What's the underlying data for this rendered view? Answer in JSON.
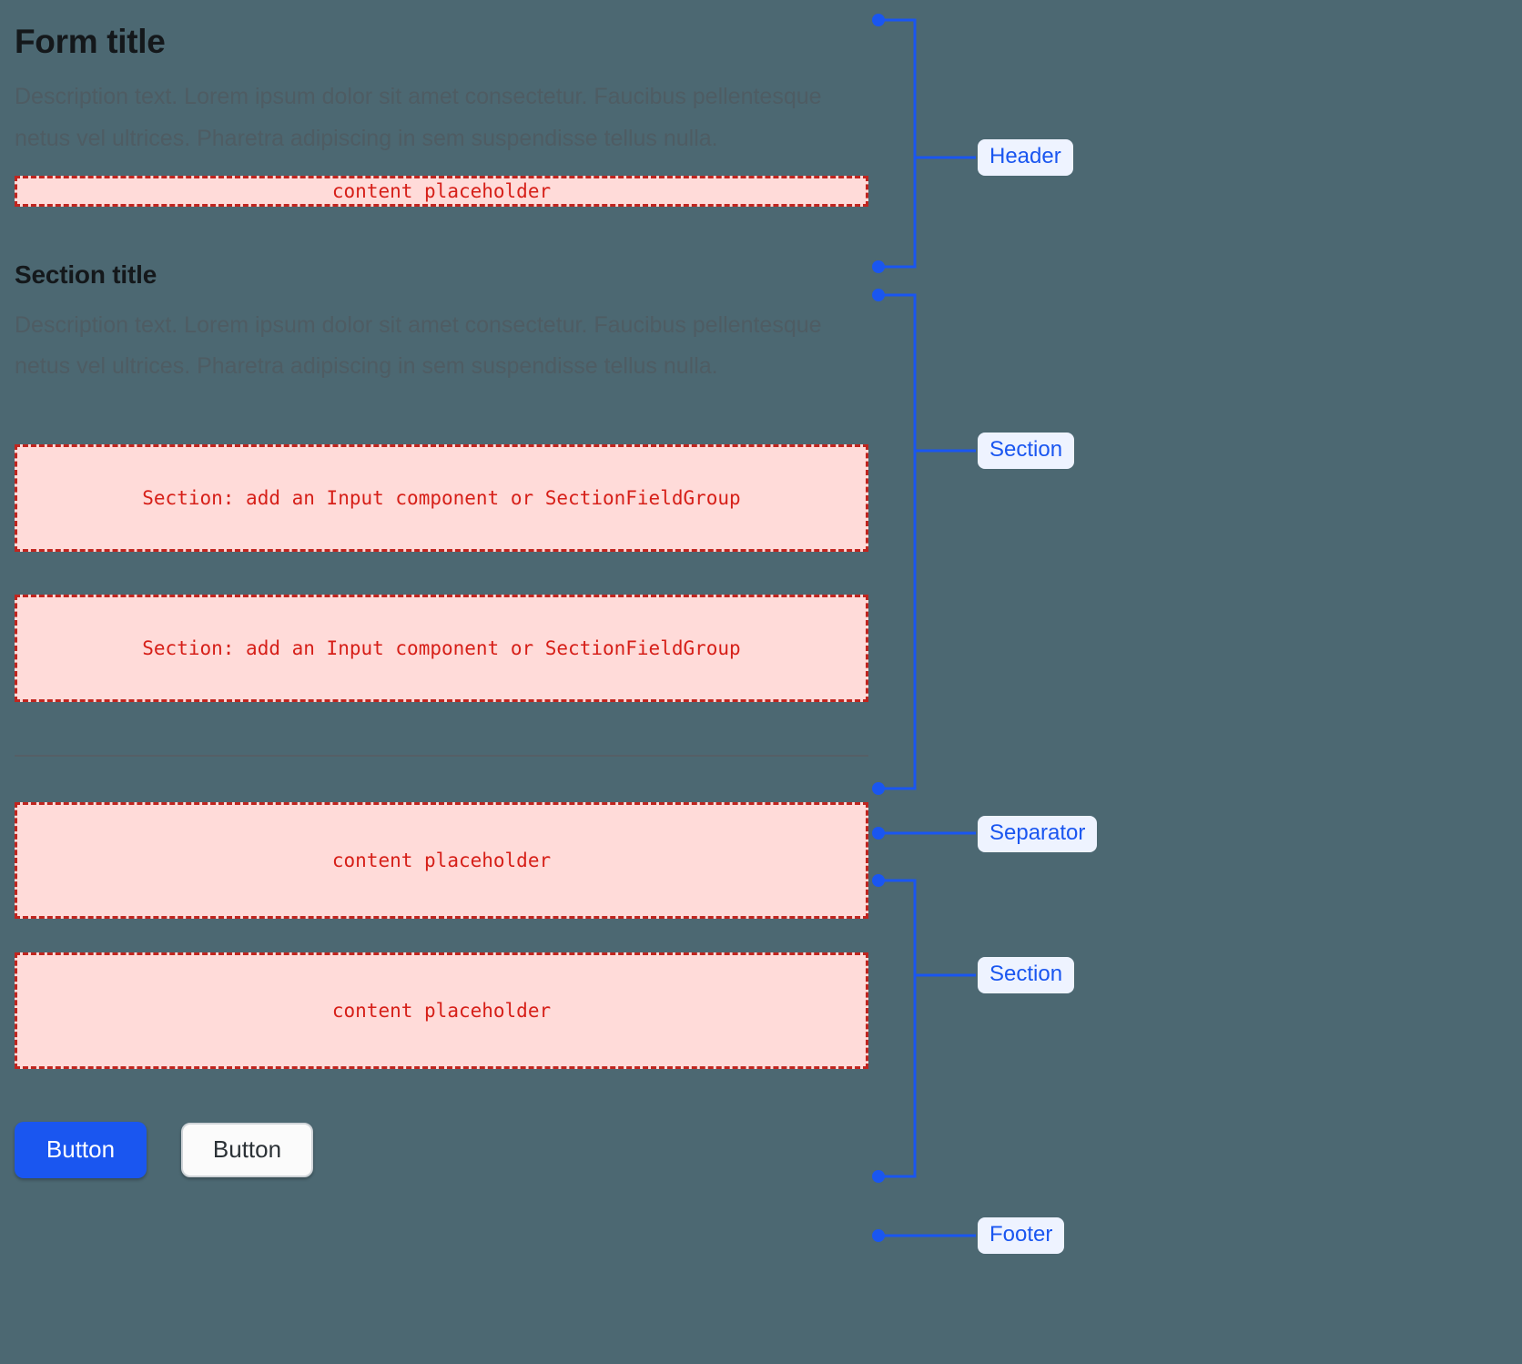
{
  "theme": {
    "background": "#4c6872",
    "accent_blue": "#1a56f0",
    "badge_background": "#eef3ff",
    "placeholder_fill": "#ffdbd9",
    "placeholder_border": "#c0251f",
    "placeholder_text": "#d61f18",
    "heading_color": "#14181b",
    "description_color": "#4e5c63",
    "separator_color": "#555f66"
  },
  "form": {
    "header": {
      "title": "Form title",
      "description": "Description text. Lorem ipsum dolor sit amet consectetur. Faucibus pellentesque netus vel ultrices. Pharetra adipiscing in sem suspendisse tellus nulla.",
      "placeholder": "content placeholder"
    },
    "section_one": {
      "title": "Section title",
      "description": "Description text. Lorem ipsum dolor sit amet consectetur. Faucibus pellentesque netus vel ultrices. Pharetra adipiscing in sem suspendisse tellus nulla.",
      "slots": [
        "Section: add an Input component or SectionFieldGroup",
        "Section: add an Input component or SectionFieldGroup"
      ]
    },
    "section_two": {
      "slots": [
        "content placeholder",
        "content placeholder"
      ]
    },
    "footer": {
      "primary_button": "Button",
      "secondary_button": "Button"
    }
  },
  "annotations": [
    {
      "label": "Header"
    },
    {
      "label": "Section"
    },
    {
      "label": "Separator"
    },
    {
      "label": "Section"
    },
    {
      "label": "Footer"
    }
  ]
}
